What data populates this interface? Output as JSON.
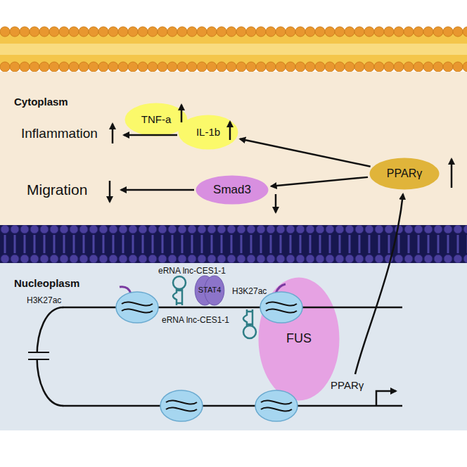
{
  "diagram": {
    "nodes": [
      {
        "text": [
          "Cytoplasm"
        ]
      },
      {
        "text": [
          "TNF-a"
        ],
        "in": 0
      },
      {
        "text": [
          "IL-1b"
        ],
        "in": 0
      },
      {
        "text": [
          "Smad3"
        ],
        "in": 0
      },
      {
        "text": [
          "PPARγ"
        ],
        "in": 0
      },
      {
        "text": [
          "Nucleoplasm"
        ]
      },
      {
        "text": [
          "STAT4"
        ],
        "in": 5
      },
      {
        "text": [
          "FUS"
        ],
        "in": 5
      }
    ],
    "edges": [
      {
        "from": 4,
        "to": 2,
        "arrow": "to"
      },
      {
        "from": 4,
        "to": 3,
        "arrow": "to"
      }
    ],
    "labels": [
      "Inflammation",
      "Migration",
      "eRNA lnc-CES1-1",
      "H3K27ac",
      "H3K27ac",
      "eRNA lnc-CES1-1",
      "PPARγ"
    ]
  }
}
